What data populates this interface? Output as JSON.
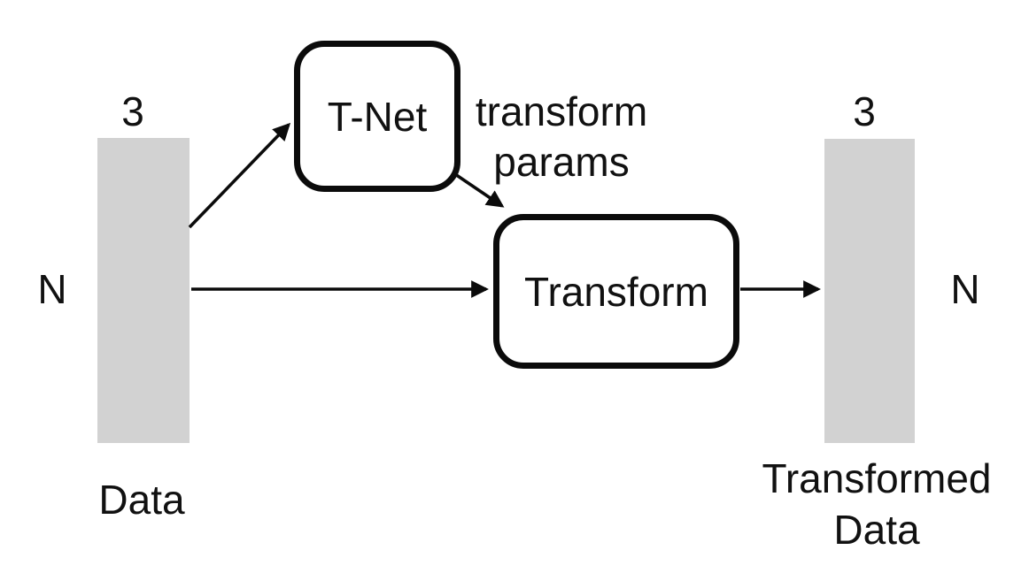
{
  "diagram": {
    "description": "Point cloud input transform block diagram",
    "colors": {
      "background": "#ffffff",
      "bar_fill": "#d2d2d2",
      "stroke": "#0b0b0b",
      "text": "#111111"
    },
    "input_bar": {
      "top_label": "3",
      "side_label": "N",
      "caption": "Data"
    },
    "tnet_box": {
      "label": "T-Net"
    },
    "params_label": {
      "line1": "transform",
      "line2": "params"
    },
    "transform_box": {
      "label": "Transform"
    },
    "output_bar": {
      "top_label": "3",
      "side_label": "N",
      "caption_line1": "Transformed",
      "caption_line2": "Data"
    },
    "arrows": [
      {
        "from": "input-data-bar",
        "to": "tnet-box"
      },
      {
        "from": "tnet-box",
        "to": "transform-box",
        "carries": "transform params"
      },
      {
        "from": "input-data-bar",
        "to": "transform-box"
      },
      {
        "from": "transform-box",
        "to": "output-data-bar"
      }
    ]
  }
}
